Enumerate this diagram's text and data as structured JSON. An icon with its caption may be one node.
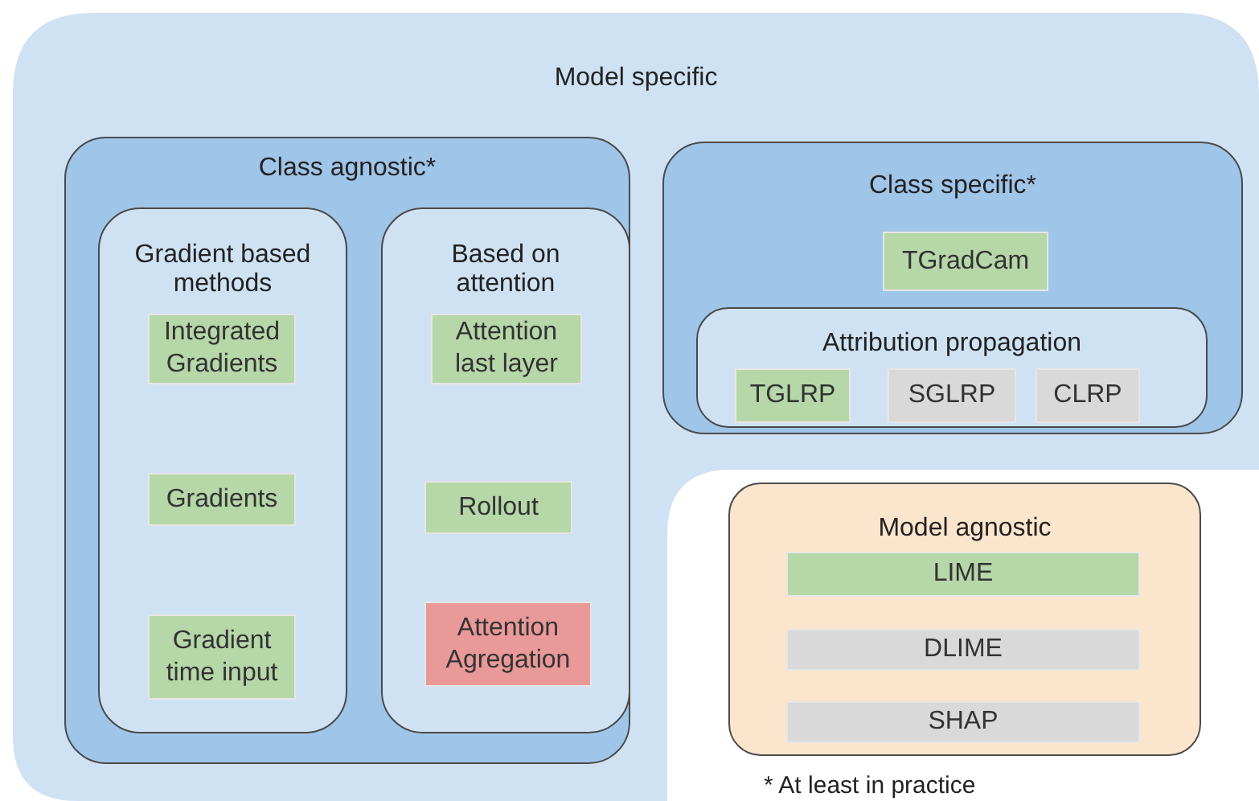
{
  "diagram": {
    "nodes": [
      {
        "text": [
          "Model specific"
        ]
      },
      {
        "text": [
          "Class agnostic*"
        ],
        "in": 0
      },
      {
        "text": [
          "Gradient based methods"
        ],
        "in": 1
      },
      {
        "text": [
          "Integrated Gradients"
        ],
        "in": 2
      },
      {
        "text": [
          "Gradients"
        ],
        "in": 2
      },
      {
        "text": [
          "Gradient time input"
        ],
        "in": 2
      },
      {
        "text": [
          "Based on attention"
        ],
        "in": 1
      },
      {
        "text": [
          "Attention last layer"
        ],
        "in": 6
      },
      {
        "text": [
          "Rollout"
        ],
        "in": 6
      },
      {
        "text": [
          "Attention Agregation"
        ],
        "in": 6
      },
      {
        "text": [
          "Class specific*"
        ],
        "in": 0
      },
      {
        "text": [
          "TGradCam"
        ],
        "in": 10
      },
      {
        "text": [
          "Attribution propagation"
        ],
        "in": 10
      },
      {
        "text": [
          "TGLRP"
        ],
        "in": 12
      },
      {
        "text": [
          "SGLRP"
        ],
        "in": 12
      },
      {
        "text": [
          "CLRP"
        ],
        "in": 12
      },
      {
        "text": [
          "Model agnostic"
        ]
      },
      {
        "text": [
          "LIME"
        ],
        "in": 16
      },
      {
        "text": [
          "DLIME"
        ],
        "in": 16
      },
      {
        "text": [
          "SHAP"
        ],
        "in": 16
      }
    ],
    "labels": [
      "* At least in practice"
    ]
  }
}
